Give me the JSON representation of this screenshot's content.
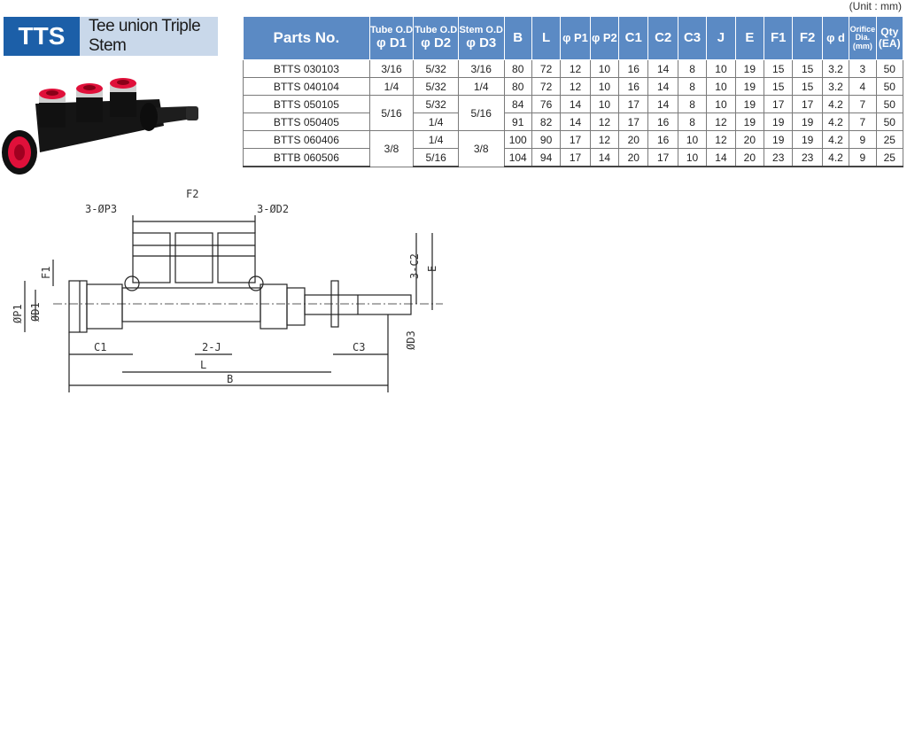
{
  "header": {
    "code": "TTS",
    "name": "Tee union Triple Stem"
  },
  "unit_label": "(Unit : mm)",
  "table": {
    "headers": [
      {
        "top": "",
        "main": "Parts No."
      },
      {
        "top": "Tube O.D",
        "main": "φ D1"
      },
      {
        "top": "Tube O.D",
        "main": "φ D2"
      },
      {
        "top": "Stem O.D",
        "main": "φ D3"
      },
      {
        "top": "",
        "main": "B"
      },
      {
        "top": "",
        "main": "L"
      },
      {
        "top": "",
        "main": "φ P1"
      },
      {
        "top": "",
        "main": "φ P2"
      },
      {
        "top": "",
        "main": "C1"
      },
      {
        "top": "",
        "main": "C2"
      },
      {
        "top": "",
        "main": "C3"
      },
      {
        "top": "",
        "main": "J"
      },
      {
        "top": "",
        "main": "E"
      },
      {
        "top": "",
        "main": "F1"
      },
      {
        "top": "",
        "main": "F2"
      },
      {
        "top": "",
        "main": "φ d"
      },
      {
        "top": "Orifice Dia.",
        "main": "(mm)"
      },
      {
        "top": "Qty",
        "main": "(EA)"
      }
    ],
    "rows": [
      {
        "part": "BTTS 030103",
        "d1": "3/16",
        "d2": "5/32",
        "d3": "3/16",
        "vals": [
          "80",
          "72",
          "12",
          "10",
          "16",
          "14",
          "8",
          "10",
          "19",
          "15",
          "15",
          "3.2",
          "3",
          "50"
        ]
      },
      {
        "part": "BTTS 040104",
        "d1": "1/4",
        "d2": "5/32",
        "d3": "1/4",
        "vals": [
          "80",
          "72",
          "12",
          "10",
          "16",
          "14",
          "8",
          "10",
          "19",
          "15",
          "15",
          "3.2",
          "4",
          "50"
        ]
      },
      {
        "part": "BTTS 050105",
        "d1": "5/16",
        "d2": "5/32",
        "d3": "5/16",
        "vals": [
          "84",
          "76",
          "14",
          "10",
          "17",
          "14",
          "8",
          "10",
          "19",
          "17",
          "17",
          "4.2",
          "7",
          "50"
        ]
      },
      {
        "part": "BTTS 050405",
        "d1": "",
        "d2": "1/4",
        "d3": "",
        "vals": [
          "91",
          "82",
          "14",
          "12",
          "17",
          "16",
          "8",
          "12",
          "19",
          "19",
          "19",
          "4.2",
          "7",
          "50"
        ]
      },
      {
        "part": "BTTS 060406",
        "d1": "3/8",
        "d2": "1/4",
        "d3": "3/8",
        "vals": [
          "100",
          "90",
          "17",
          "12",
          "20",
          "16",
          "10",
          "12",
          "20",
          "19",
          "19",
          "4.2",
          "9",
          "25"
        ]
      },
      {
        "part": "BTTB 060506",
        "d1": "",
        "d2": "5/16",
        "d3": "",
        "vals": [
          "104",
          "94",
          "17",
          "14",
          "20",
          "17",
          "10",
          "14",
          "20",
          "23",
          "23",
          "4.2",
          "9",
          "25"
        ]
      }
    ]
  },
  "drawing": {
    "labels": {
      "f2": "F2",
      "p3": "3-ØP3",
      "d2": "3-ØD2",
      "c2": "3-C2",
      "e": "E",
      "f1": "F1",
      "p1": "ØP1",
      "d1": "ØD1",
      "d3": "ØD3",
      "c1": "C1",
      "j": "2-J",
      "c3": "C3",
      "l": "L",
      "b": "B"
    }
  },
  "colors": {
    "header_blue": "#1c5fa8",
    "header_light": "#c9d8ea",
    "table_head": "#5b8ac4",
    "port_red": "#e0103a"
  }
}
